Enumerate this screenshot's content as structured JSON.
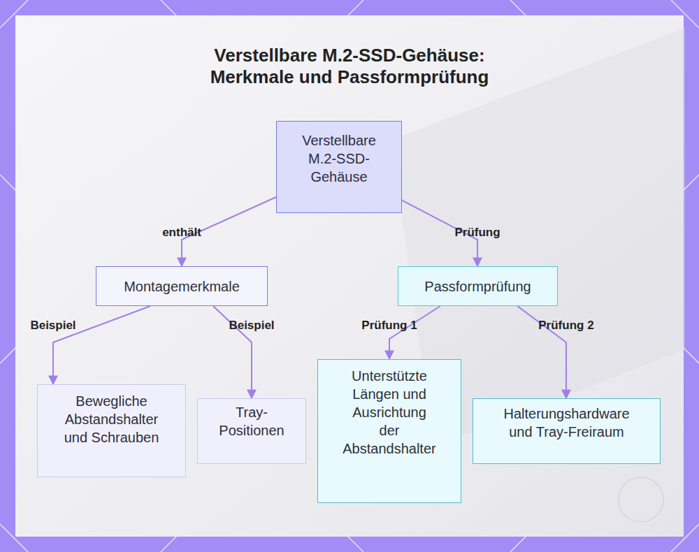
{
  "diagram": {
    "title": "Verstellbare M.2-SSD-Gehäuse: Merkmale und Passformprüfung",
    "nodes": [
      {
        "text": [
          "Verstellbare M.2-SSD-Gehäuse"
        ]
      },
      {
        "text": [
          "Montagemerkmale"
        ]
      },
      {
        "text": [
          "Passformprüfung"
        ]
      },
      {
        "text": [
          "Bewegliche Abstandshalter und Schrauben"
        ]
      },
      {
        "text": [
          "Tray-Positionen"
        ]
      },
      {
        "text": [
          "Unterstützte Längen und Ausrichtung der Abstandshalter"
        ]
      },
      {
        "text": [
          "Halterungshardware und Tray-Freiraum"
        ]
      }
    ],
    "edges": [
      {
        "from": 0,
        "to": 1,
        "label": "enthält",
        "arrow": "to"
      },
      {
        "from": 0,
        "to": 2,
        "label": "Prüfung",
        "arrow": "to"
      },
      {
        "from": 1,
        "to": 3,
        "label": "Beispiel",
        "arrow": "to"
      },
      {
        "from": 1,
        "to": 4,
        "label": "Beispiel",
        "arrow": "to"
      },
      {
        "from": 2,
        "to": 5,
        "label": "Prüfung 1",
        "arrow": "to"
      },
      {
        "from": 2,
        "to": 6,
        "label": "Prüfung 2",
        "arrow": "to"
      }
    ]
  }
}
